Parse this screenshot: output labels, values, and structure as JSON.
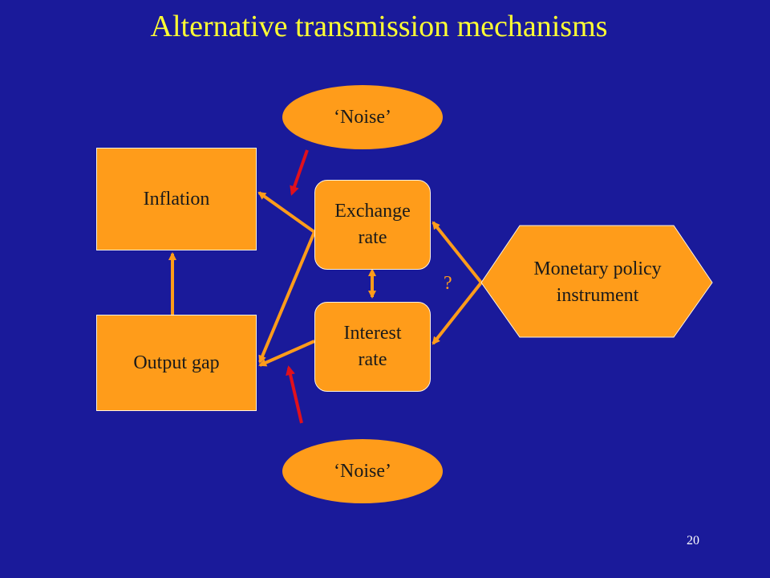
{
  "slide": {
    "title": "Alternative transmission mechanisms",
    "page_number": "20"
  },
  "nodes": {
    "inflation": "Inflation",
    "output_gap": "Output gap",
    "exchange_rate": "Exchange\nrate",
    "interest_rate": "Interest\nrate",
    "monetary_policy": "Monetary policy\ninstrument",
    "noise_top": "‘Noise’",
    "noise_bottom": "‘Noise’"
  },
  "labels": {
    "question_mark": "?"
  },
  "colors": {
    "background": "#1a1a9a",
    "title": "#ffff33",
    "box_fill": "#ff9c1a",
    "connector": "#ff9c1a",
    "noise_arrow": "#e0101c"
  }
}
